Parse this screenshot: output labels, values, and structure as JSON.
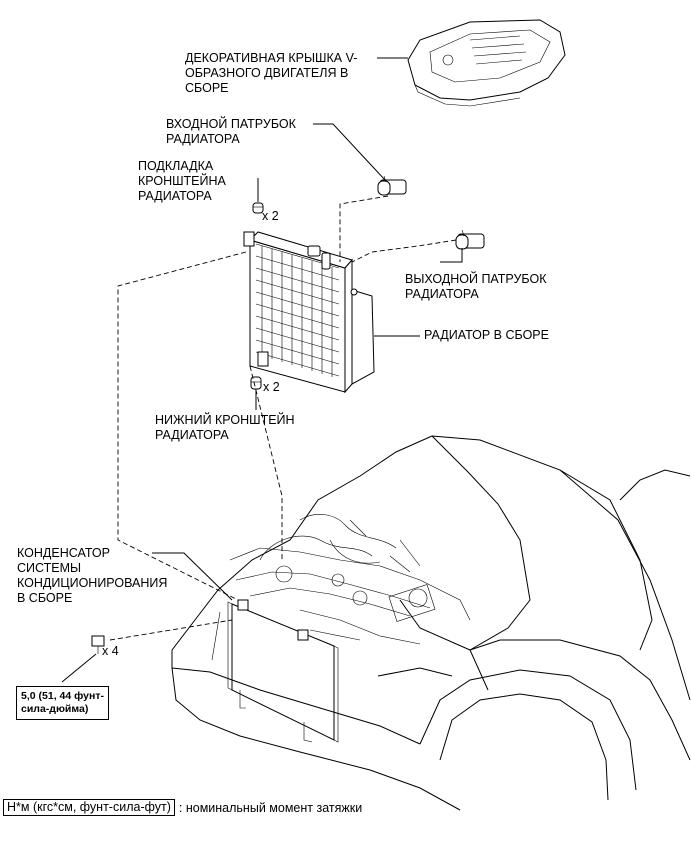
{
  "labels": {
    "engine_cover": "ДЕКОРАТИВНАЯ КРЫШКА V-\nОБРАЗНОГО ДВИГАТЕЛЯ В\nСБОРЕ",
    "inlet_hose": "ВХОДНОЙ ПАТРУБОК\nРАДИАТОРА",
    "support_cushion": "ПОДКЛАДКА\nКРОНШТЕЙНА\nРАДИАТОРА",
    "outlet_hose": "ВЫХОДНОЙ ПАТРУБОК\nРАДИАТОРА",
    "radiator_assembly": "РАДИАТОР В СБОРЕ",
    "lower_bracket": "НИЖНИЙ КРОНШТЕЙН\nРАДИАТОРА",
    "condenser_assembly": "КОНДЕНСАТОР\nСИСТЕМЫ\nКОНДИЦИОНИРОВАНИЯ\nВ СБОРЕ"
  },
  "quantities": {
    "support_cushion": "x 2",
    "lower_bracket": "x 2",
    "bolts": "x 4"
  },
  "torque": "5,0 (51, 44 фунт-\nсила-дюйма)",
  "legend": {
    "unit": "Н*м (кгс*см, фунт-сила-фут)",
    "description": ": номинальный момент затяжки"
  }
}
